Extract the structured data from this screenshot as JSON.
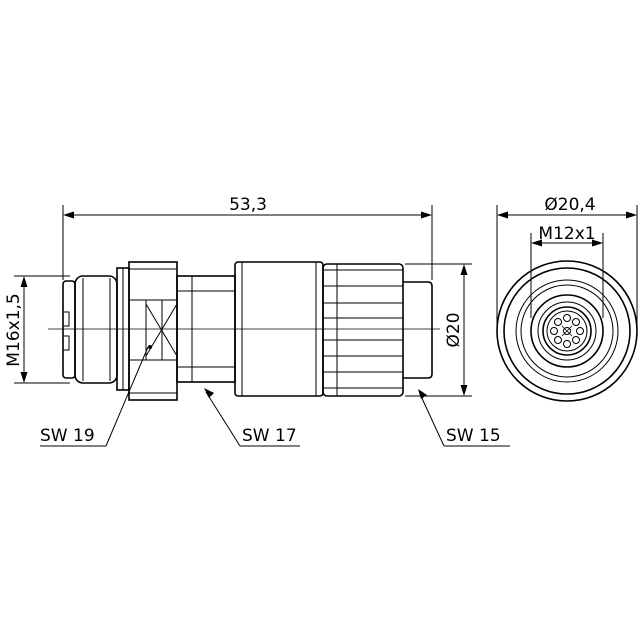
{
  "drawing": {
    "side_view": {
      "overall_length": "53,3",
      "thread": "M16x1,5",
      "diameter": "Ø20",
      "wrench_labels": [
        "SW 19",
        "SW 17",
        "SW 15"
      ]
    },
    "end_view": {
      "outer_diameter": "Ø20,4",
      "thread": "M12x1"
    },
    "colors": {
      "line": "#000000",
      "background": "#ffffff"
    }
  }
}
